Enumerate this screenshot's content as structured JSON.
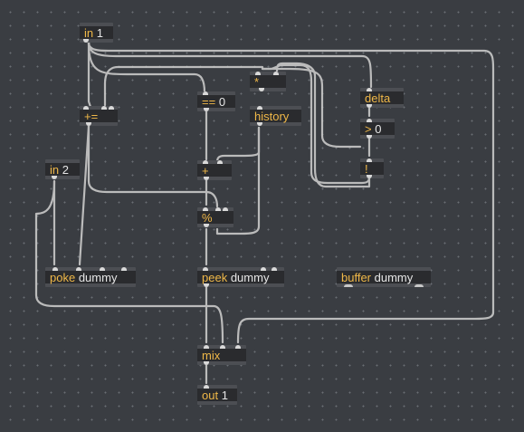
{
  "patcher": {
    "objects": {
      "in1": {
        "op": "in",
        "arg": "1"
      },
      "in2": {
        "op": "in",
        "arg": "2"
      },
      "pluseq": {
        "op": "+=",
        "arg": ""
      },
      "eq0": {
        "op": "==",
        "arg": "0"
      },
      "mul": {
        "op": "*",
        "arg": ""
      },
      "history": {
        "op": "history",
        "arg": ""
      },
      "delta": {
        "op": "delta",
        "arg": ""
      },
      "gt0": {
        "op": ">",
        "arg": "0"
      },
      "plus": {
        "op": "+",
        "arg": ""
      },
      "not": {
        "op": "!",
        "arg": ""
      },
      "mod": {
        "op": "%",
        "arg": ""
      },
      "poke": {
        "op": "poke",
        "arg": "dummy"
      },
      "peek": {
        "op": "peek",
        "arg": "dummy"
      },
      "buffer": {
        "op": "buffer",
        "arg": "dummy"
      },
      "mix": {
        "op": "mix",
        "arg": ""
      },
      "out1": {
        "op": "out",
        "arg": "1"
      }
    },
    "colors": {
      "background": "#3a3d42",
      "grid_dot": "#6a6e74",
      "object_fill": "#2a2b2e",
      "object_bar": "#4c4e53",
      "operator_text": "#f0b848",
      "argument_text": "#e6e6e6",
      "patch_cord": "#c9c9c9"
    }
  }
}
